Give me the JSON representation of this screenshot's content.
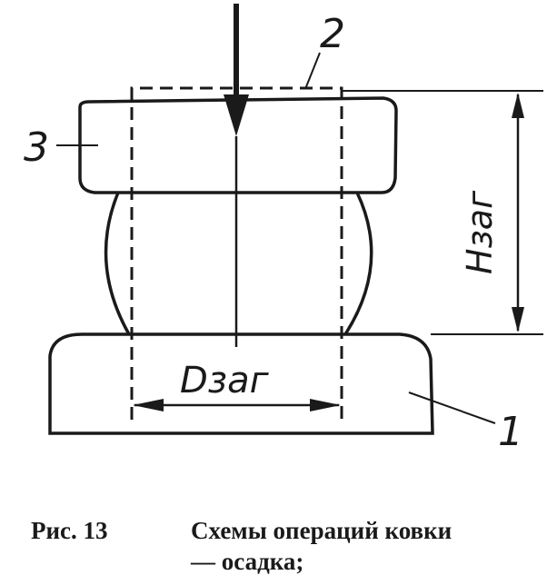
{
  "labels": {
    "punch_number": "2",
    "billet_number": "3",
    "anvil_number": "1",
    "height_label": "Hзаг",
    "diameter_label": "Dзаг"
  },
  "caption": {
    "figure_number": "Рис. 13",
    "title_line1": "Схемы операций ковки",
    "title_line2": "— осадка;"
  }
}
